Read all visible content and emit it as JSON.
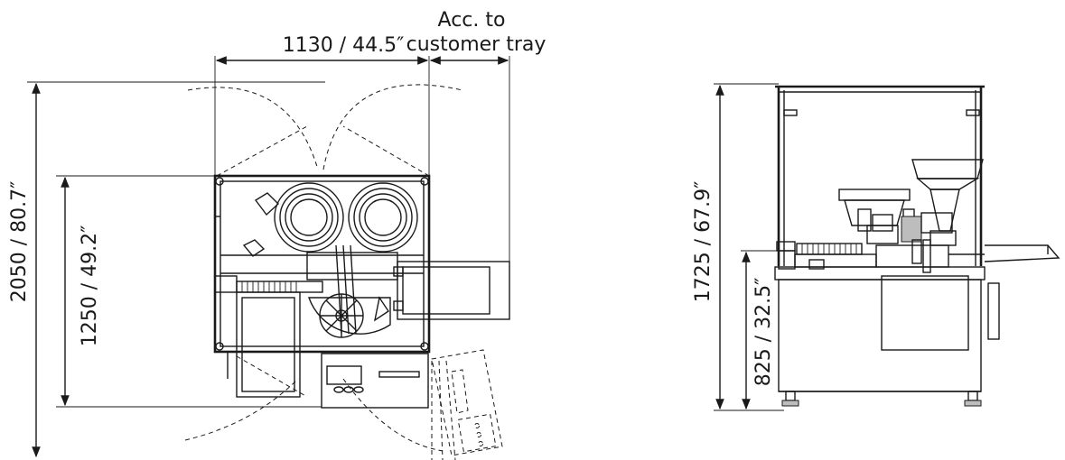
{
  "dimensions": {
    "top_width": "1130 / 44.5″",
    "tray_line1": "Acc. to",
    "tray_line2": "customer tray",
    "total_depth": "2050 / 80.7″",
    "body_depth": "1250 / 49.2″",
    "total_height": "1725 / 67.9″",
    "table_height": "825 / 32.5″"
  },
  "colors": {
    "line": "#1a1a1a",
    "panel_fill": "#e6e6e6",
    "dark_fill": "#bdbdbd"
  }
}
